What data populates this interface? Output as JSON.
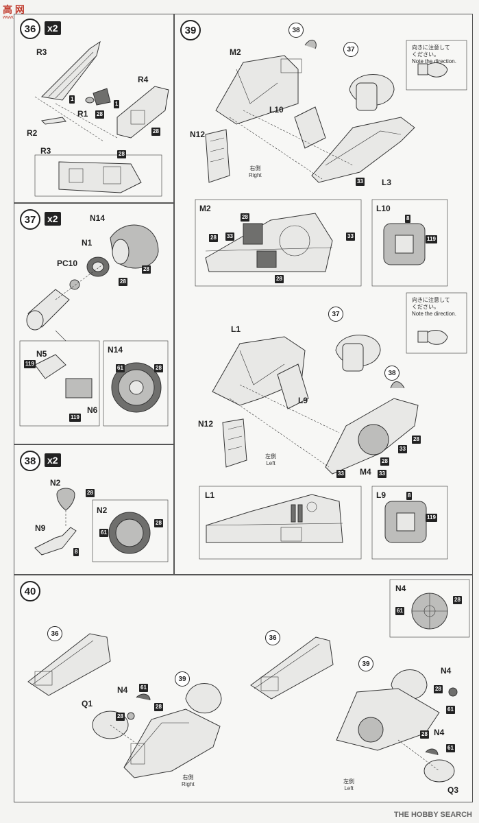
{
  "header": {
    "logo": "高 网",
    "logo_sub": "www.gao.com"
  },
  "watermark": "THE HOBBY SEARCH",
  "steps": {
    "s36": {
      "num": "36",
      "mult": "x2",
      "parts": {
        "r3": "R3",
        "r4": "R4",
        "r1": "R1",
        "r2": "R2",
        "inset_r3": "R3"
      },
      "colors": {
        "c28a": "28",
        "c28b": "28",
        "c28c": "28",
        "c1a": "1",
        "c1b": "1"
      }
    },
    "s37": {
      "num": "37",
      "mult": "x2",
      "parts": {
        "n14": "N14",
        "n1": "N1",
        "pc10": "PC10",
        "n5": "N5",
        "n6": "N6",
        "inset_n14": "N14"
      },
      "colors": {
        "c28a": "28",
        "c28b": "28",
        "c119a": "119",
        "c119b": "119",
        "c61": "61",
        "c28c": "28"
      }
    },
    "s38": {
      "num": "38",
      "mult": "x2",
      "parts": {
        "n2": "N2",
        "n9": "N9",
        "inset_n2": "N2"
      },
      "colors": {
        "c28a": "28",
        "c8": "8",
        "c61": "61",
        "c28b": "28"
      }
    },
    "s39": {
      "num": "39",
      "parts": {
        "m2": "M2",
        "l10": "L10",
        "n12a": "N12",
        "l3": "L3",
        "inset_m2": "M2",
        "inset_l10": "L10",
        "l1": "L1",
        "l9": "L9",
        "n12b": "N12",
        "m4": "M4",
        "inset_l1": "L1",
        "inset_l9": "L9"
      },
      "subs": {
        "s38a": "38",
        "s37a": "37",
        "s37b": "37",
        "s38b": "38"
      },
      "colors": {
        "c33a": "33",
        "c28a": "28",
        "c33b": "33",
        "c28b": "28",
        "c33c": "33",
        "c28c": "28",
        "c8a": "8",
        "c119a": "119",
        "c28d": "28",
        "c33d": "33",
        "c28e": "28",
        "c33e": "33",
        "c33f": "33",
        "c8b": "8",
        "c119b": "119"
      },
      "notes": {
        "n1_jp": "向きに注意して",
        "n1_jp2": "ください。",
        "n1_en": "Note the direction.",
        "n2_jp": "向きに注意して",
        "n2_jp2": "ください。",
        "n2_en": "Note the direction."
      },
      "sides": {
        "right_jp": "右側",
        "right_en": "Right",
        "left_jp": "左側",
        "left_en": "Left"
      }
    },
    "s40": {
      "num": "40",
      "parts": {
        "q1": "Q1",
        "n4a": "N4",
        "n4b": "N4",
        "n4c": "N4",
        "q3": "Q3",
        "inset_n4": "N4"
      },
      "subs": {
        "s36a": "36",
        "s39a": "39",
        "s36b": "36",
        "s39b": "39"
      },
      "colors": {
        "c61a": "61",
        "c28a": "28",
        "c28b": "28",
        "c28c": "28",
        "c61b": "61",
        "c28d": "28",
        "c61c": "61",
        "c61d": "61",
        "c28e": "28"
      },
      "sides": {
        "right_jp": "右側",
        "right_en": "Right",
        "left_jp": "左側",
        "left_en": "Left"
      }
    }
  }
}
